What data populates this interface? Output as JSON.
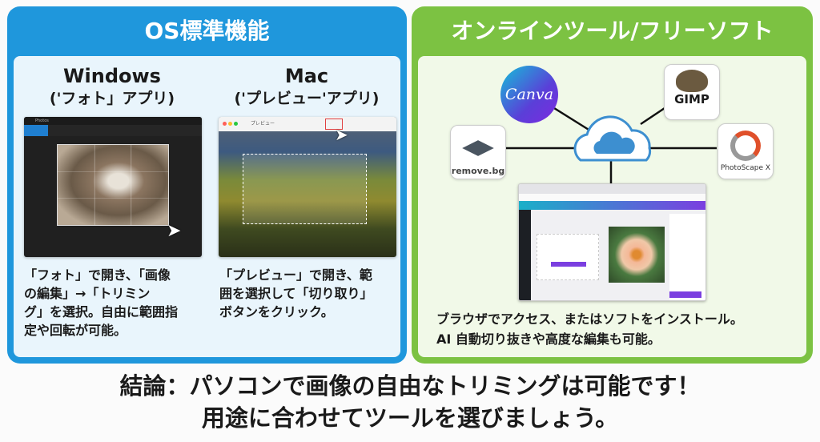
{
  "left_panel": {
    "title": "OS標準機能",
    "windows": {
      "heading": "Windows",
      "subheading": "('フォト」アプリ)",
      "app_title": "Photos",
      "desc_lines": [
        "「フォト」で開き、「画像",
        "の編集」→「トリミン",
        "グ」を選択。自由に範囲指",
        "定や回転が可能。"
      ]
    },
    "mac": {
      "heading": "Mac",
      "subheading": "('プレビュー'アプリ)",
      "app_title": "プレビュー",
      "desc_lines": [
        "「プレビュー」で開き、範",
        "囲を選択して「切り取り」",
        "ボタンをクリック。"
      ]
    }
  },
  "right_panel": {
    "title": "オンラインツール/フリーソフト",
    "tools": [
      "Canva",
      "GIMP",
      "remove.bg",
      "PhotoScape X"
    ],
    "desc_lines": [
      "ブラウザでアクセス、またはソフトをインストール。",
      "AI 自動切り抜きや高度な編集も可能。"
    ]
  },
  "conclusion": {
    "line1": "結論：パソコンで画像の自由なトリミングは可能です！",
    "line2": "用途に合わせてツールを選びましょう。"
  },
  "colors": {
    "blue": "#1f97dc",
    "green": "#7cc242"
  }
}
